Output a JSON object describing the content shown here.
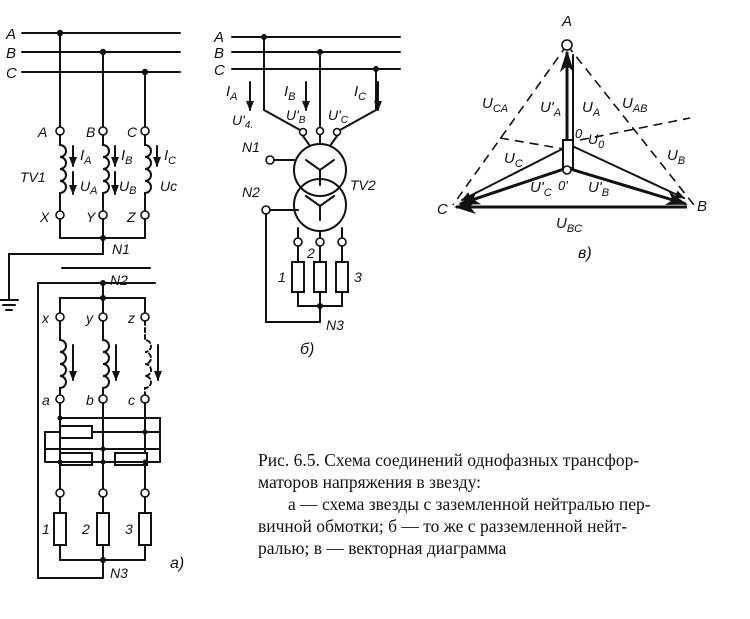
{
  "diagram_a": {
    "phases": [
      "A",
      "B",
      "C"
    ],
    "primary_terminals": [
      "A",
      "B",
      "C"
    ],
    "primary_ends": [
      "X",
      "Y",
      "Z"
    ],
    "currents": [
      "I",
      "I",
      "I"
    ],
    "current_subs": [
      "A",
      "B",
      "C"
    ],
    "voltages": [
      "U",
      "U",
      "U"
    ],
    "voltage_subs": [
      "A",
      "B",
      "Uc"
    ],
    "transformer": "TV1",
    "neutral_primary": "N1",
    "neutral_secondary": "N2",
    "secondary_top": [
      "x",
      "y",
      "z"
    ],
    "secondary_bottom": [
      "a",
      "b",
      "c"
    ],
    "loads": [
      "1",
      "2",
      "3"
    ],
    "neutral_load": "N3",
    "panel_label": "a)"
  },
  "diagram_b": {
    "phases": [
      "A",
      "B",
      "C"
    ],
    "currents": [
      "I",
      "I",
      "I"
    ],
    "current_subs": [
      "A",
      "B",
      "C"
    ],
    "voltages": [
      "U'",
      "U'",
      "U'"
    ],
    "voltage_subs": [
      "4.",
      "B",
      "C"
    ],
    "neutral_primary": "N1",
    "neutral_secondary": "N2",
    "transformer": "TV2",
    "loads": [
      "1",
      "2",
      "3"
    ],
    "neutral_load": "N3",
    "panel_label": "б)"
  },
  "diagram_c": {
    "vertices": [
      "A",
      "B",
      "C"
    ],
    "origin_labels": [
      "0",
      "0'"
    ],
    "phase_vectors": [
      {
        "label": "U'",
        "sub": "A"
      },
      {
        "label": "U'",
        "sub": "B"
      },
      {
        "label": "U'",
        "sub": "C"
      },
      {
        "label": "U",
        "sub": "A"
      },
      {
        "label": "U",
        "sub": "C"
      },
      {
        "label": "U",
        "sub": "0"
      },
      {
        "label": "U",
        "sub": "B"
      }
    ],
    "line_vectors": [
      {
        "label": "U",
        "sub": "CA"
      },
      {
        "label": "U",
        "sub": "AB"
      },
      {
        "label": "U",
        "sub": "BC"
      }
    ],
    "panel_label": "в)"
  },
  "caption": {
    "line1": "Рис. 6.5. Схема соединений однофазных трансфор-",
    "line2": "маторов напряжения в звезду:",
    "line3": "а — схема звезды с заземленной нейтралью пер-",
    "line4": "вичной обмотки; б — то же с разземленной нейт-",
    "line5": "ралью; в — векторная диаграмма"
  }
}
